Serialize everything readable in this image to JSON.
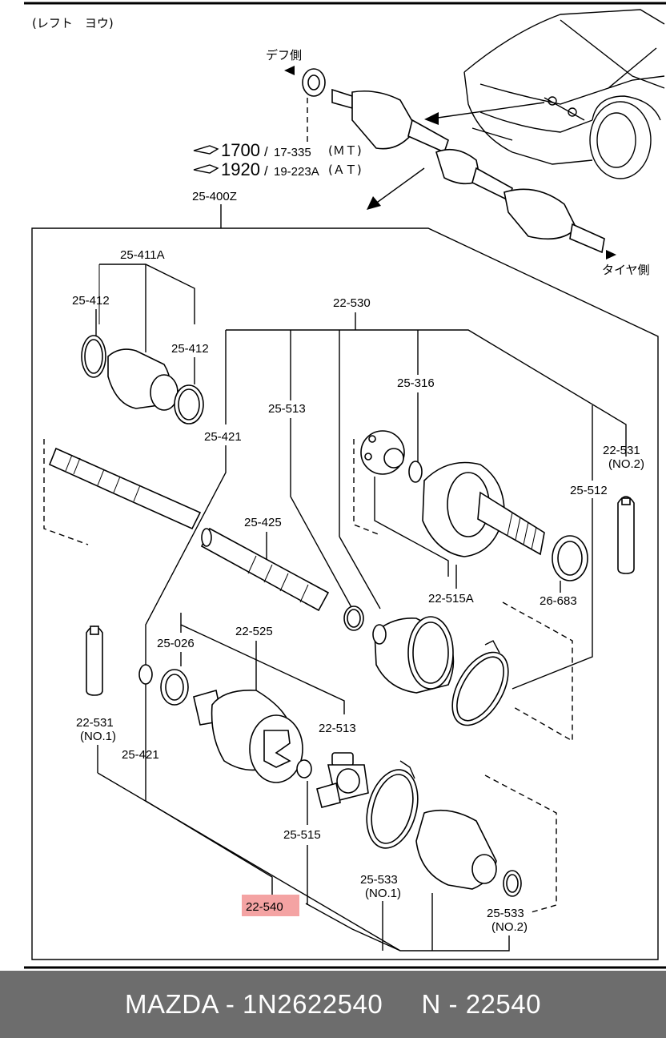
{
  "header": {
    "side_label": "(レフト　ヨウ)"
  },
  "callouts": {
    "diff_side": "デフ側",
    "tire_side": "タイヤ側",
    "ref_mt_num": "1700",
    "ref_mt_code": "17-335",
    "ref_mt_type": "(ＭＴ)",
    "ref_at_num": "1920",
    "ref_at_code": "19-223A",
    "ref_at_type": "(ＡＴ)"
  },
  "parts": {
    "assembly": "25-400Z",
    "p_25_411A": "25-411A",
    "p_25_412_left": "25-412",
    "p_25_412_right": "25-412",
    "p_22_530": "22-530",
    "p_25_316": "25-316",
    "p_25_513": "25-513",
    "p_25_421_top": "25-421",
    "p_22_531_right": "22-531",
    "p_22_531_right_no": "(NO.2)",
    "p_25_512": "25-512",
    "p_25_425": "25-425",
    "p_22_515A": "22-515A",
    "p_26_683": "26-683",
    "p_25_026": "25-026",
    "p_22_525": "22-525",
    "p_22_513": "22-513",
    "p_22_531_left": "22-531",
    "p_22_531_left_no": "(NO.1)",
    "p_25_421_bottom": "25-421",
    "p_25_515": "25-515",
    "p_25_533_no1": "25-533",
    "p_25_533_no1_label": "(NO.1)",
    "p_25_533_no2": "25-533",
    "p_25_533_no2_label": "(NO.2)",
    "p_22_540_highlight": "22-540"
  },
  "colors": {
    "highlight": "#f4a3a3",
    "footer_bg": "#6d6d6d",
    "footer_text": "#ffffff"
  },
  "footer": {
    "text": "MAZDA - 1N2622540     N - 22540"
  }
}
